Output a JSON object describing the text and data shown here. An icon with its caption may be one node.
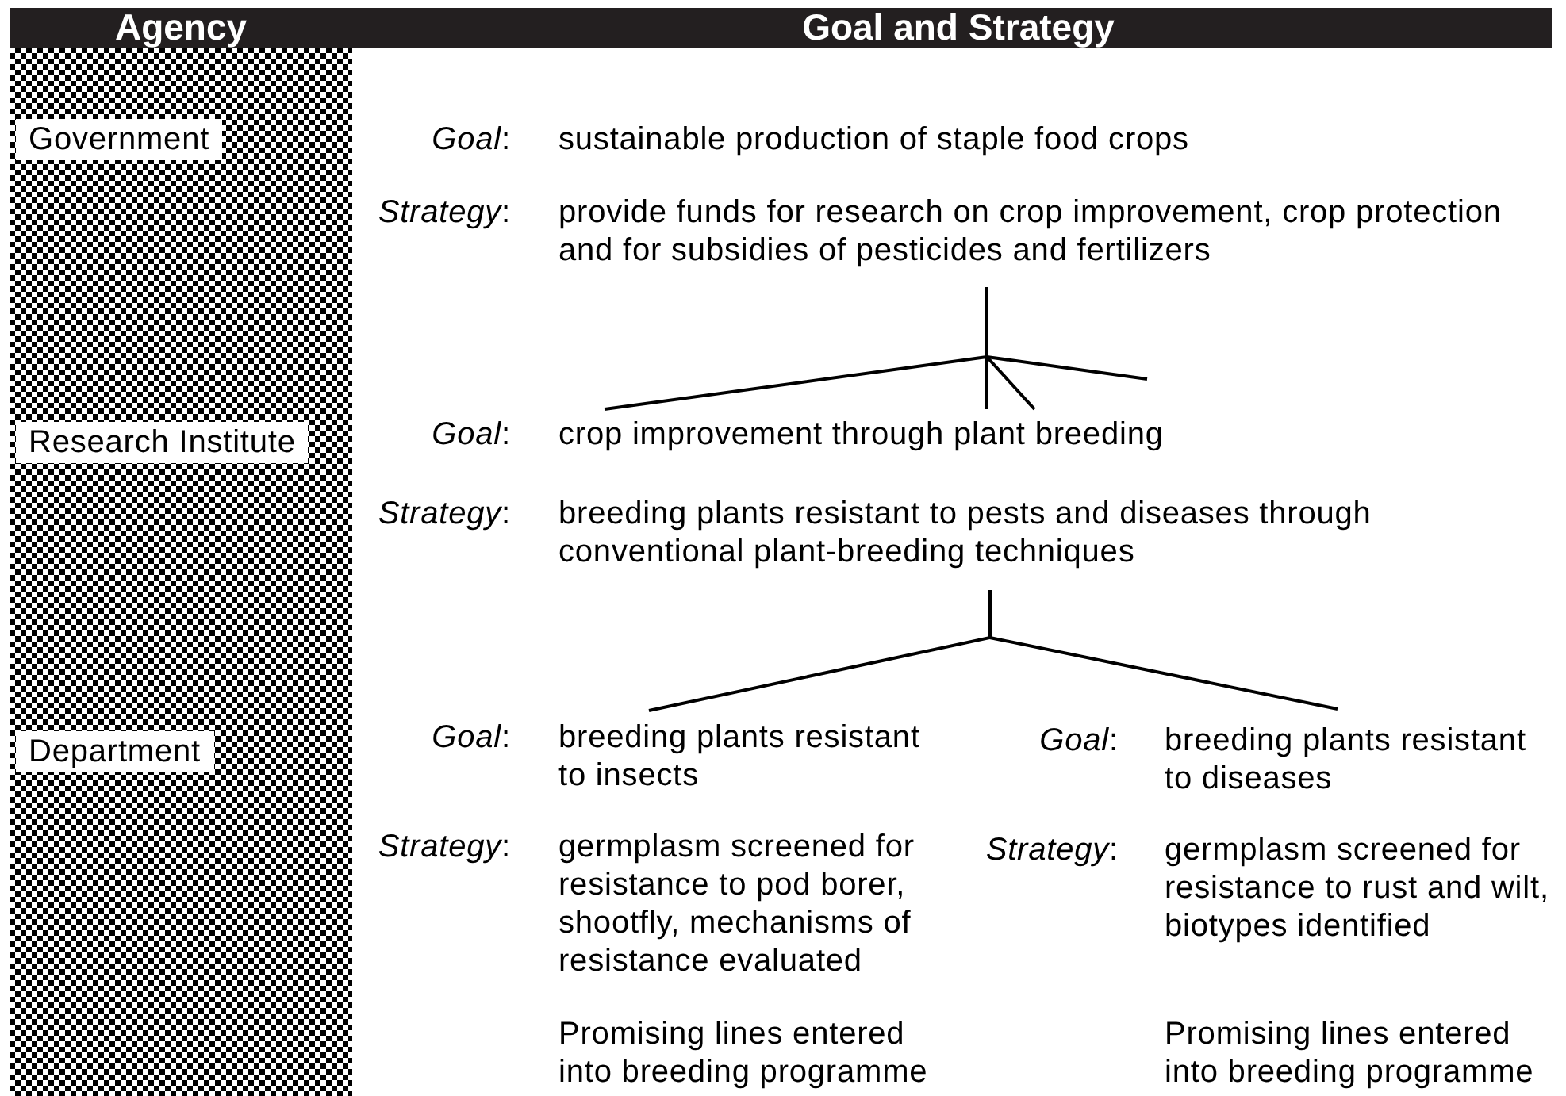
{
  "diagram": {
    "nodes": [
      {
        "text": [
          "Government"
        ]
      },
      {
        "text": [
          "Research Institute"
        ]
      },
      {
        "text": [
          "Department"
        ]
      },
      {
        "text": [
          "*Goal*:",
          "sustainable production of staple food crops",
          "*Strategy*:",
          "provide funds for research on crop improvement, crop protection and for subsidies of pesticides and fertilizers"
        ]
      },
      {
        "text": [
          "*Goal*:",
          "crop improvement through plant breeding",
          "*Strategy*:",
          "breeding plants resistant to pests and diseases through conventional plant-breeding techniques"
        ]
      },
      {
        "text": [
          "*Goal*:",
          "breeding plants resistant to insects",
          "*Strategy*:",
          "germplasm screened for resistance to pod borer, shootfly, mechanisms of resistance evaluated",
          "Promising lines entered into breeding programme"
        ]
      },
      {
        "text": [
          "*Goal*:",
          "breeding plants resistant to diseases",
          "*Strategy*:",
          "germplasm screened for resistance to rust and wilt, biotypes identified",
          "Promising lines entered into breeding programme"
        ]
      }
    ],
    "edges": [
      {
        "from": 3,
        "to": 4,
        "arrow": "none"
      },
      {
        "from": 3,
        "to": null,
        "arrow": "none"
      },
      {
        "from": 3,
        "to": 4,
        "arrow": "none"
      },
      {
        "from": 3,
        "to": 4,
        "arrow": "none"
      },
      {
        "from": 4,
        "to": 5,
        "arrow": "none"
      },
      {
        "from": 4,
        "to": 6,
        "arrow": "none"
      }
    ],
    "labels": [
      "Agency",
      "Goal and Strategy"
    ]
  }
}
